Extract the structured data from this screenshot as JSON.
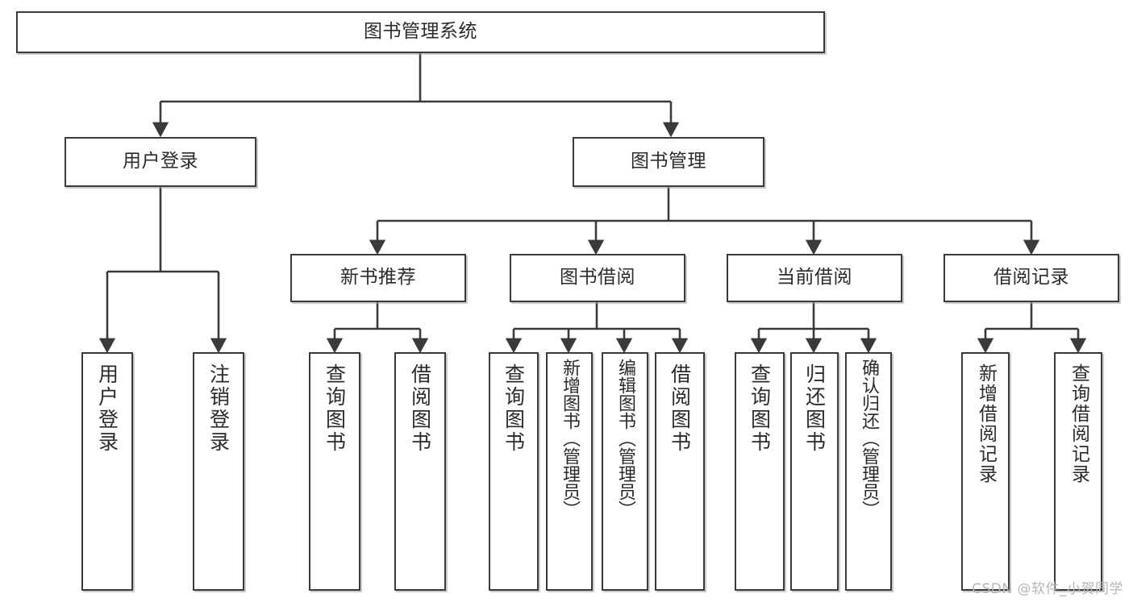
{
  "diagram": {
    "type": "tree",
    "title": "图书管理系统",
    "root": {
      "label": "图书管理系统"
    },
    "level2": [
      {
        "label": "用户登录"
      },
      {
        "label": "图书管理"
      }
    ],
    "level3": [
      {
        "label": "新书推荐"
      },
      {
        "label": "图书借阅"
      },
      {
        "label": "当前借阅"
      },
      {
        "label": "借阅记录"
      }
    ],
    "leaves": {
      "user_login": [
        {
          "label": "用户登录"
        },
        {
          "label": "注销登录"
        }
      ],
      "new_book_recommend": [
        {
          "label": "查询图书"
        },
        {
          "label": "借阅图书"
        }
      ],
      "book_borrow": [
        {
          "label": "查询图书"
        },
        {
          "label": "新增图书（管理员）"
        },
        {
          "label": "编辑图书（管理员）"
        },
        {
          "label": "借阅图书"
        }
      ],
      "current_borrow": [
        {
          "label": "查询图书"
        },
        {
          "label": "归还图书"
        },
        {
          "label": "确认归还（管理员）"
        }
      ],
      "borrow_record": [
        {
          "label": "新增借阅记录"
        },
        {
          "label": "查询借阅记录"
        }
      ]
    }
  },
  "watermark": {
    "text": "CSDN @软件_小贺同学"
  },
  "colors": {
    "stroke": "#3a3a3a",
    "fill": "#ffffff",
    "text": "#2b2b2b",
    "watermark": "#b6b6b6"
  }
}
